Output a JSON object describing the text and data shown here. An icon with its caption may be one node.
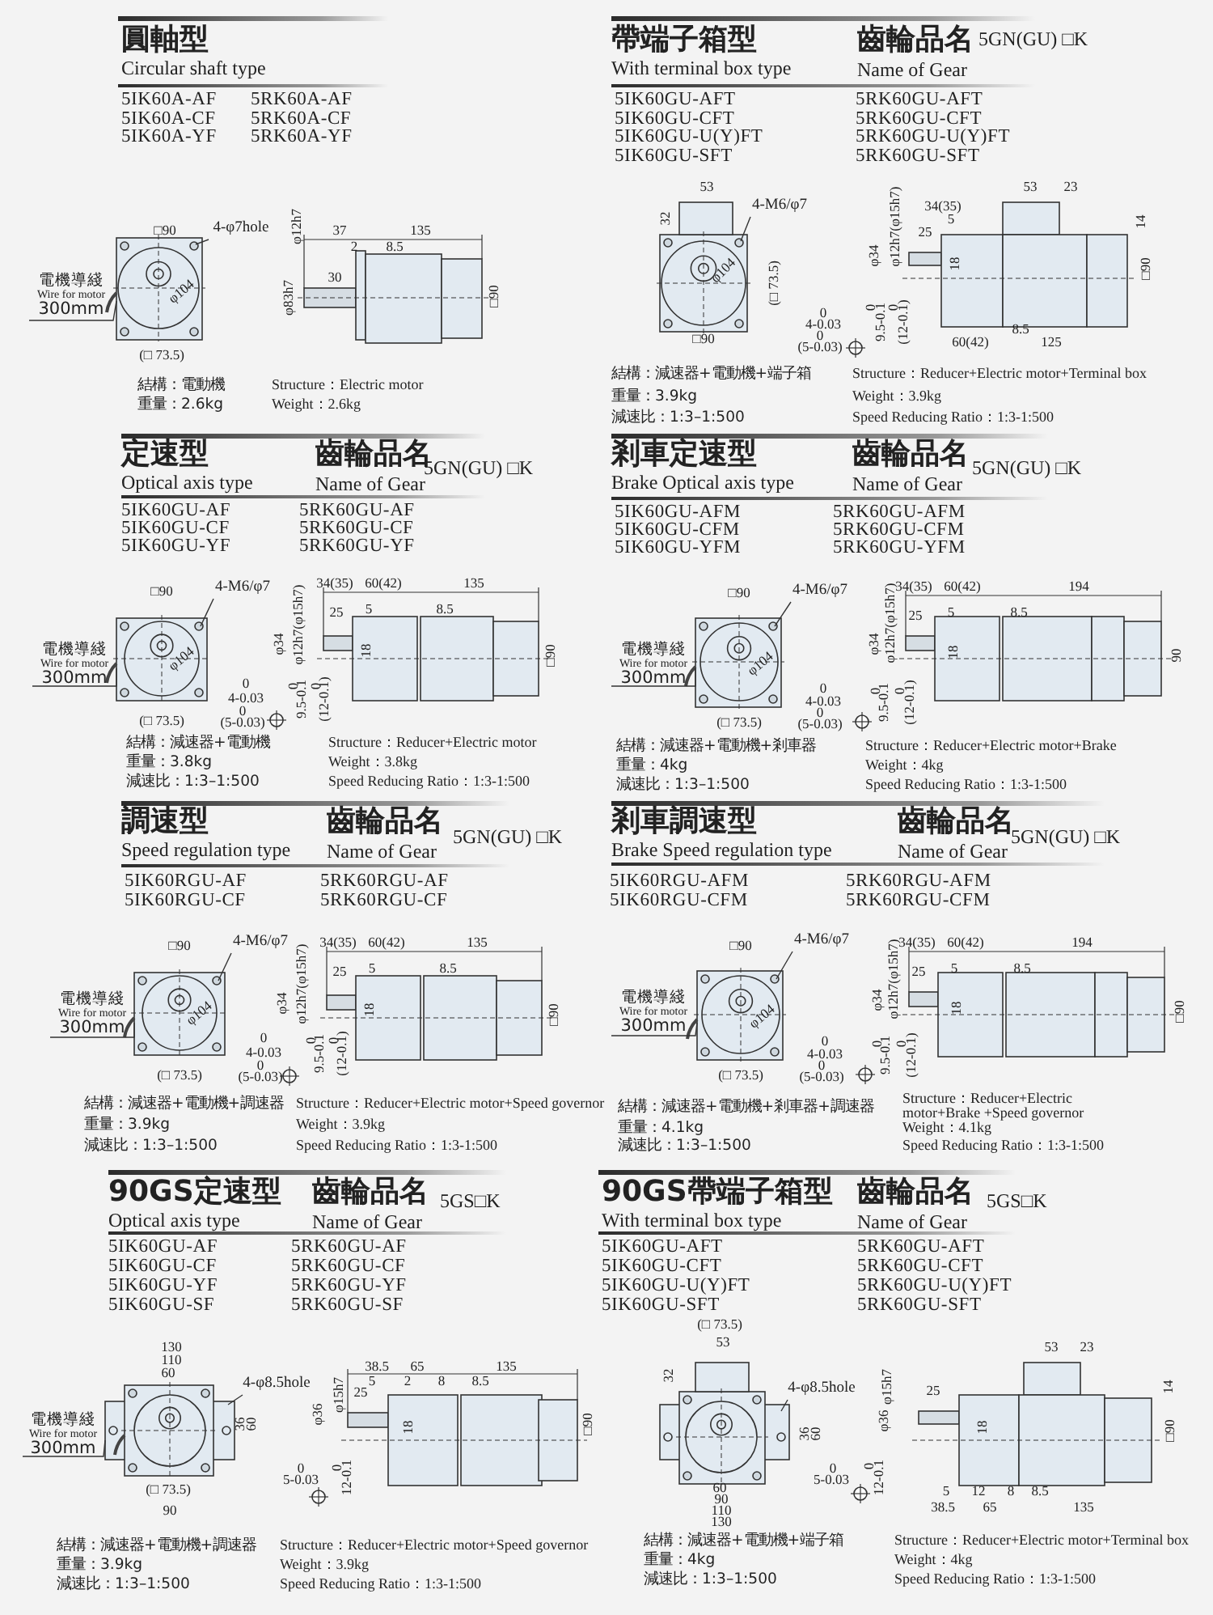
{
  "diagram": {
    "nodes": [
      {
        "text": [
          "4-φ7hole"
        ]
      },
      {
        "text": [
          "電機導綫",
          "Wire for motor",
          "300mm"
        ]
      },
      {
        "text": [
          "4-M6/φ7"
        ]
      },
      {
        "text": [
          "4-M6/φ7"
        ]
      },
      {
        "text": [
          "電機導綫",
          "Wire for motor",
          "300mm"
        ]
      },
      {
        "text": [
          "4-M6/φ7"
        ]
      },
      {
        "text": [
          "電機導綫",
          "Wire for motor",
          "300mm"
        ]
      },
      {
        "text": [
          "4-M6/φ7"
        ]
      },
      {
        "text": [
          "電機導綫",
          "Wire for motor",
          "300mm"
        ]
      },
      {
        "text": [
          "4-M6/φ7"
        ]
      },
      {
        "text": [
          "電機導綫",
          "Wire for motor",
          "300mm"
        ]
      },
      {
        "text": [
          "4-φ8.5hole"
        ]
      },
      {
        "text": [
          "電機導綫",
          "Wire for motor",
          "300mm"
        ]
      },
      {
        "text": [
          "4-φ8.5hole"
        ]
      },
      {
        "text": [],
        "shape": "picture"
      },
      {
        "text": [],
        "shape": "picture"
      },
      {
        "text": [],
        "shape": "picture"
      },
      {
        "text": [],
        "shape": "picture"
      },
      {
        "text": [],
        "shape": "picture"
      },
      {
        "text": [],
        "shape": "picture"
      },
      {
        "text": [],
        "shape": "picture"
      },
      {
        "text": [],
        "shape": "picture"
      }
    ],
    "edges": [
      {
        "from": 0,
        "to": 14,
        "arrow": "none"
      },
      {
        "from": 1,
        "to": 14,
        "arrow": "none"
      },
      {
        "from": 2,
        "to": 15,
        "arrow": "none"
      },
      {
        "from": 3,
        "to": 16,
        "arrow": "none"
      },
      {
        "from": 4,
        "to": 16,
        "arrow": "none"
      },
      {
        "from": 5,
        "to": 17,
        "arrow": "none"
      },
      {
        "from": 6,
        "to": 17,
        "arrow": "none"
      },
      {
        "from": 7,
        "to": 18,
        "arrow": "none"
      },
      {
        "from": 8,
        "to": 18,
        "arrow": "none"
      },
      {
        "from": 9,
        "to": 19,
        "arrow": "none"
      },
      {
        "from": 10,
        "to": 19,
        "arrow": "none"
      },
      {
        "from": 11,
        "to": 20,
        "arrow": "none"
      },
      {
        "from": 12,
        "to": 20,
        "arrow": "none"
      },
      {
        "from": 13,
        "to": 21,
        "arrow": "none"
      }
    ],
    "labels": [
      "圓軸型",
      "Circular shaft type",
      "5IK60A-AF",
      "5RK60A-AF",
      "5IK60A-CF",
      "5RK60A-CF",
      "5IK60A-YF",
      "5RK60A-YF",
      "□90",
      "φ104",
      "(□ 73.5)",
      "φ12h7",
      "37",
      "135",
      "2",
      "8.5",
      "30",
      "φ83h7",
      "□90",
      "結構：電動機",
      "Structure：Electric motor",
      "重量：2.6kg",
      "Weight：2.6kg",
      "帶端子箱型",
      "齒輪品名",
      "5GN(GU) □K",
      "With terminal box type",
      "Name of Gear",
      "5IK60GU-AFT",
      "5RK60GU-AFT",
      "5IK60GU-CFT",
      "5RK60GU-CFT",
      "5IK60GU-U(Y)FT",
      "5RK60GU-U(Y)FT",
      "5IK60GU-SFT",
      "5RK60GU-SFT",
      "53",
      "32",
      "φ104",
      "(□ 73.5)",
      "□90",
      "0",
      "4-0.03",
      "0",
      "(5-0.03)",
      "0",
      "9.5-0.1",
      "0",
      "(12-0.1)",
      "φ12h7(φ15h7)",
      "φ34",
      "34(35)",
      "5",
      "25",
      "18",
      "53",
      "23",
      "14",
      "□90",
      "8.5",
      "60(42)",
      "125",
      "結構：減速器+電動機+端子箱",
      "Structure：Reducer+Electric motor+Terminal box",
      "重量：3.9kg",
      "Weight：3.9kg",
      "減速比：1:3–1:500",
      "Speed Reducing Ratio：1:3-1:500",
      "定速型",
      "齒輪品名",
      "5GN(GU) □K",
      "Optical axis type",
      "Name of Gear",
      "5IK60GU-AF",
      "5RK60GU-AF",
      "5IK60GU-CF",
      "5RK60GU-CF",
      "5IK60GU-YF",
      "5RK60GU-YF",
      "□90",
      "φ104",
      "(□ 73.5)",
      "0",
      "4-0.03",
      "0",
      "(5-0.03)",
      "0",
      "9.5-0.1",
      "0",
      "(12-0.1)",
      "φ12h7(φ15h7)",
      "φ34",
      "34(35)",
      "60(42)",
      "135",
      "25",
      "5",
      "8.5",
      "18",
      "□90",
      "結構：減速器+電動機",
      "Structure：Reducer+Electric motor",
      "重量：3.8kg",
      "Weight：3.8kg",
      "減速比：1:3–1:500",
      "Speed Reducing Ratio：1:3-1:500",
      "剎車定速型",
      "齒輪品名",
      "5GN(GU) □K",
      "Brake Optical axis type",
      "Name of Gear",
      "5IK60GU-AFM",
      "5RK60GU-AFM",
      "5IK60GU-CFM",
      "5RK60GU-CFM",
      "5IK60GU-YFM",
      "5RK60GU-YFM",
      "□90",
      "φ104",
      "(□ 73.5)",
      "0",
      "4-0.03",
      "0",
      "(5-0.03)",
      "0",
      "9.5-0.1",
      "0",
      "(12-0.1)",
      "φ12h7(φ15h7)",
      "φ34",
      "34(35)",
      "60(42)",
      "194",
      "25",
      "5",
      "8.5",
      "18",
      "90",
      "結構：減速器+電動機+剎車器",
      "Structure：Reducer+Electric motor+Brake",
      "重量：4kg",
      "Weight：4kg",
      "減速比：1:3–1:500",
      "Speed Reducing Ratio：1:3-1:500",
      "調速型",
      "齒輪品名",
      "5GN(GU) □K",
      "Speed regulation type",
      "Name of Gear",
      "5IK60RGU-AF",
      "5RK60RGU-AF",
      "5IK60RGU-CF",
      "5RK60RGU-CF",
      "□90",
      "φ104",
      "(□ 73.5)",
      "0",
      "4-0.03",
      "0",
      "(5-0.03)",
      "0",
      "9.5-0.1",
      "0",
      "(12-0.1)",
      "φ12h7(φ15h7)",
      "φ34",
      "34(35)",
      "60(42)",
      "135",
      "25",
      "5",
      "8.5",
      "18",
      "□90",
      "結構：減速器+電動機+調速器",
      "Structure：Reducer+Electric motor+Speed governor",
      "重量：3.9kg",
      "Weight：3.9kg",
      "減速比：1:3–1:500",
      "Speed Reducing Ratio：1:3-1:500",
      "剎車調速型",
      "齒輪品名",
      "5GN(GU) □K",
      "Brake Speed regulation type",
      "Name of Gear",
      "5IK60RGU-AFM",
      "5RK60RGU-AFM",
      "5IK60RGU-CFM",
      "5RK60RGU-CFM",
      "□90",
      "φ104",
      "(□ 73.5)",
      "0",
      "4-0.03",
      "0",
      "(5-0.03)",
      "0",
      "9.5-0.1",
      "0",
      "(12-0.1)",
      "φ12h7(φ15h7)",
      "φ34",
      "34(35)",
      "60(42)",
      "194",
      "25",
      "5",
      "8.5",
      "18",
      "□90",
      "結構：減速器+電動機+剎車器+調速器",
      "Structure：Reducer+Electric motor+Brake +Speed governor",
      "重量：4.1kg",
      "Weight：4.1kg",
      "減速比：1:3–1:500",
      "Speed Reducing Ratio：1:3-1:500",
      "90GS定速型",
      "齒輪品名",
      "5GS□K",
      "Optical axis type",
      "Name of Gear",
      "5IK60GU-AF",
      "5RK60GU-AF",
      "5IK60GU-CF",
      "5RK60GU-CF",
      "5IK60GU-YF",
      "5RK60GU-YF",
      "5IK60GU-SF",
      "5RK60GU-SF",
      "130",
      "110",
      "60",
      "36",
      "60",
      "(□ 73.5)",
      "90",
      "φ15h7",
      "φ36",
      "38.5",
      "65",
      "135",
      "5",
      "2",
      "8",
      "8.5",
      "25",
      "18",
      "□90",
      "0",
      "5-0.03",
      "0",
      "12-0.1",
      "結構：減速器+電動機+調速器",
      "Structure：Reducer+Electric motor+Speed governor",
      "重量：3.9kg",
      "Weight：3.9kg",
      "減速比：1:3–1:500",
      "Speed Reducing Ratio：1:3-1:500",
      "90GS帶端子箱型",
      "齒輪品名",
      "5GS□K",
      "With terminal box type",
      "Name of Gear",
      "5IK60GU-AFT",
      "5RK60GU-AFT",
      "5IK60GU-CFT",
      "5RK60GU-CFT",
      "5IK60GU-U(Y)FT",
      "5RK60GU-U(Y)FT",
      "5IK60GU-SFT",
      "5RK60GU-SFT",
      "(□ 73.5)",
      "53",
      "32",
      "36",
      "60",
      "60",
      "90",
      "110",
      "130",
      "0",
      "5-0.03",
      "0",
      "12-0.1",
      "φ15h7",
      "φ36",
      "25",
      "18",
      "53",
      "23",
      "14",
      "□90",
      "5",
      "12",
      "8",
      "8.5",
      "38.5",
      "65",
      "135",
      "結構：減速器+電動機+端子箱",
      "Structure：Reducer+Electric motor+Terminal box",
      "重量：4kg",
      "Weight：4kg",
      "減速比：1:3–1:500",
      "Speed Reducing Ratio：1:3-1:500"
    ]
  }
}
